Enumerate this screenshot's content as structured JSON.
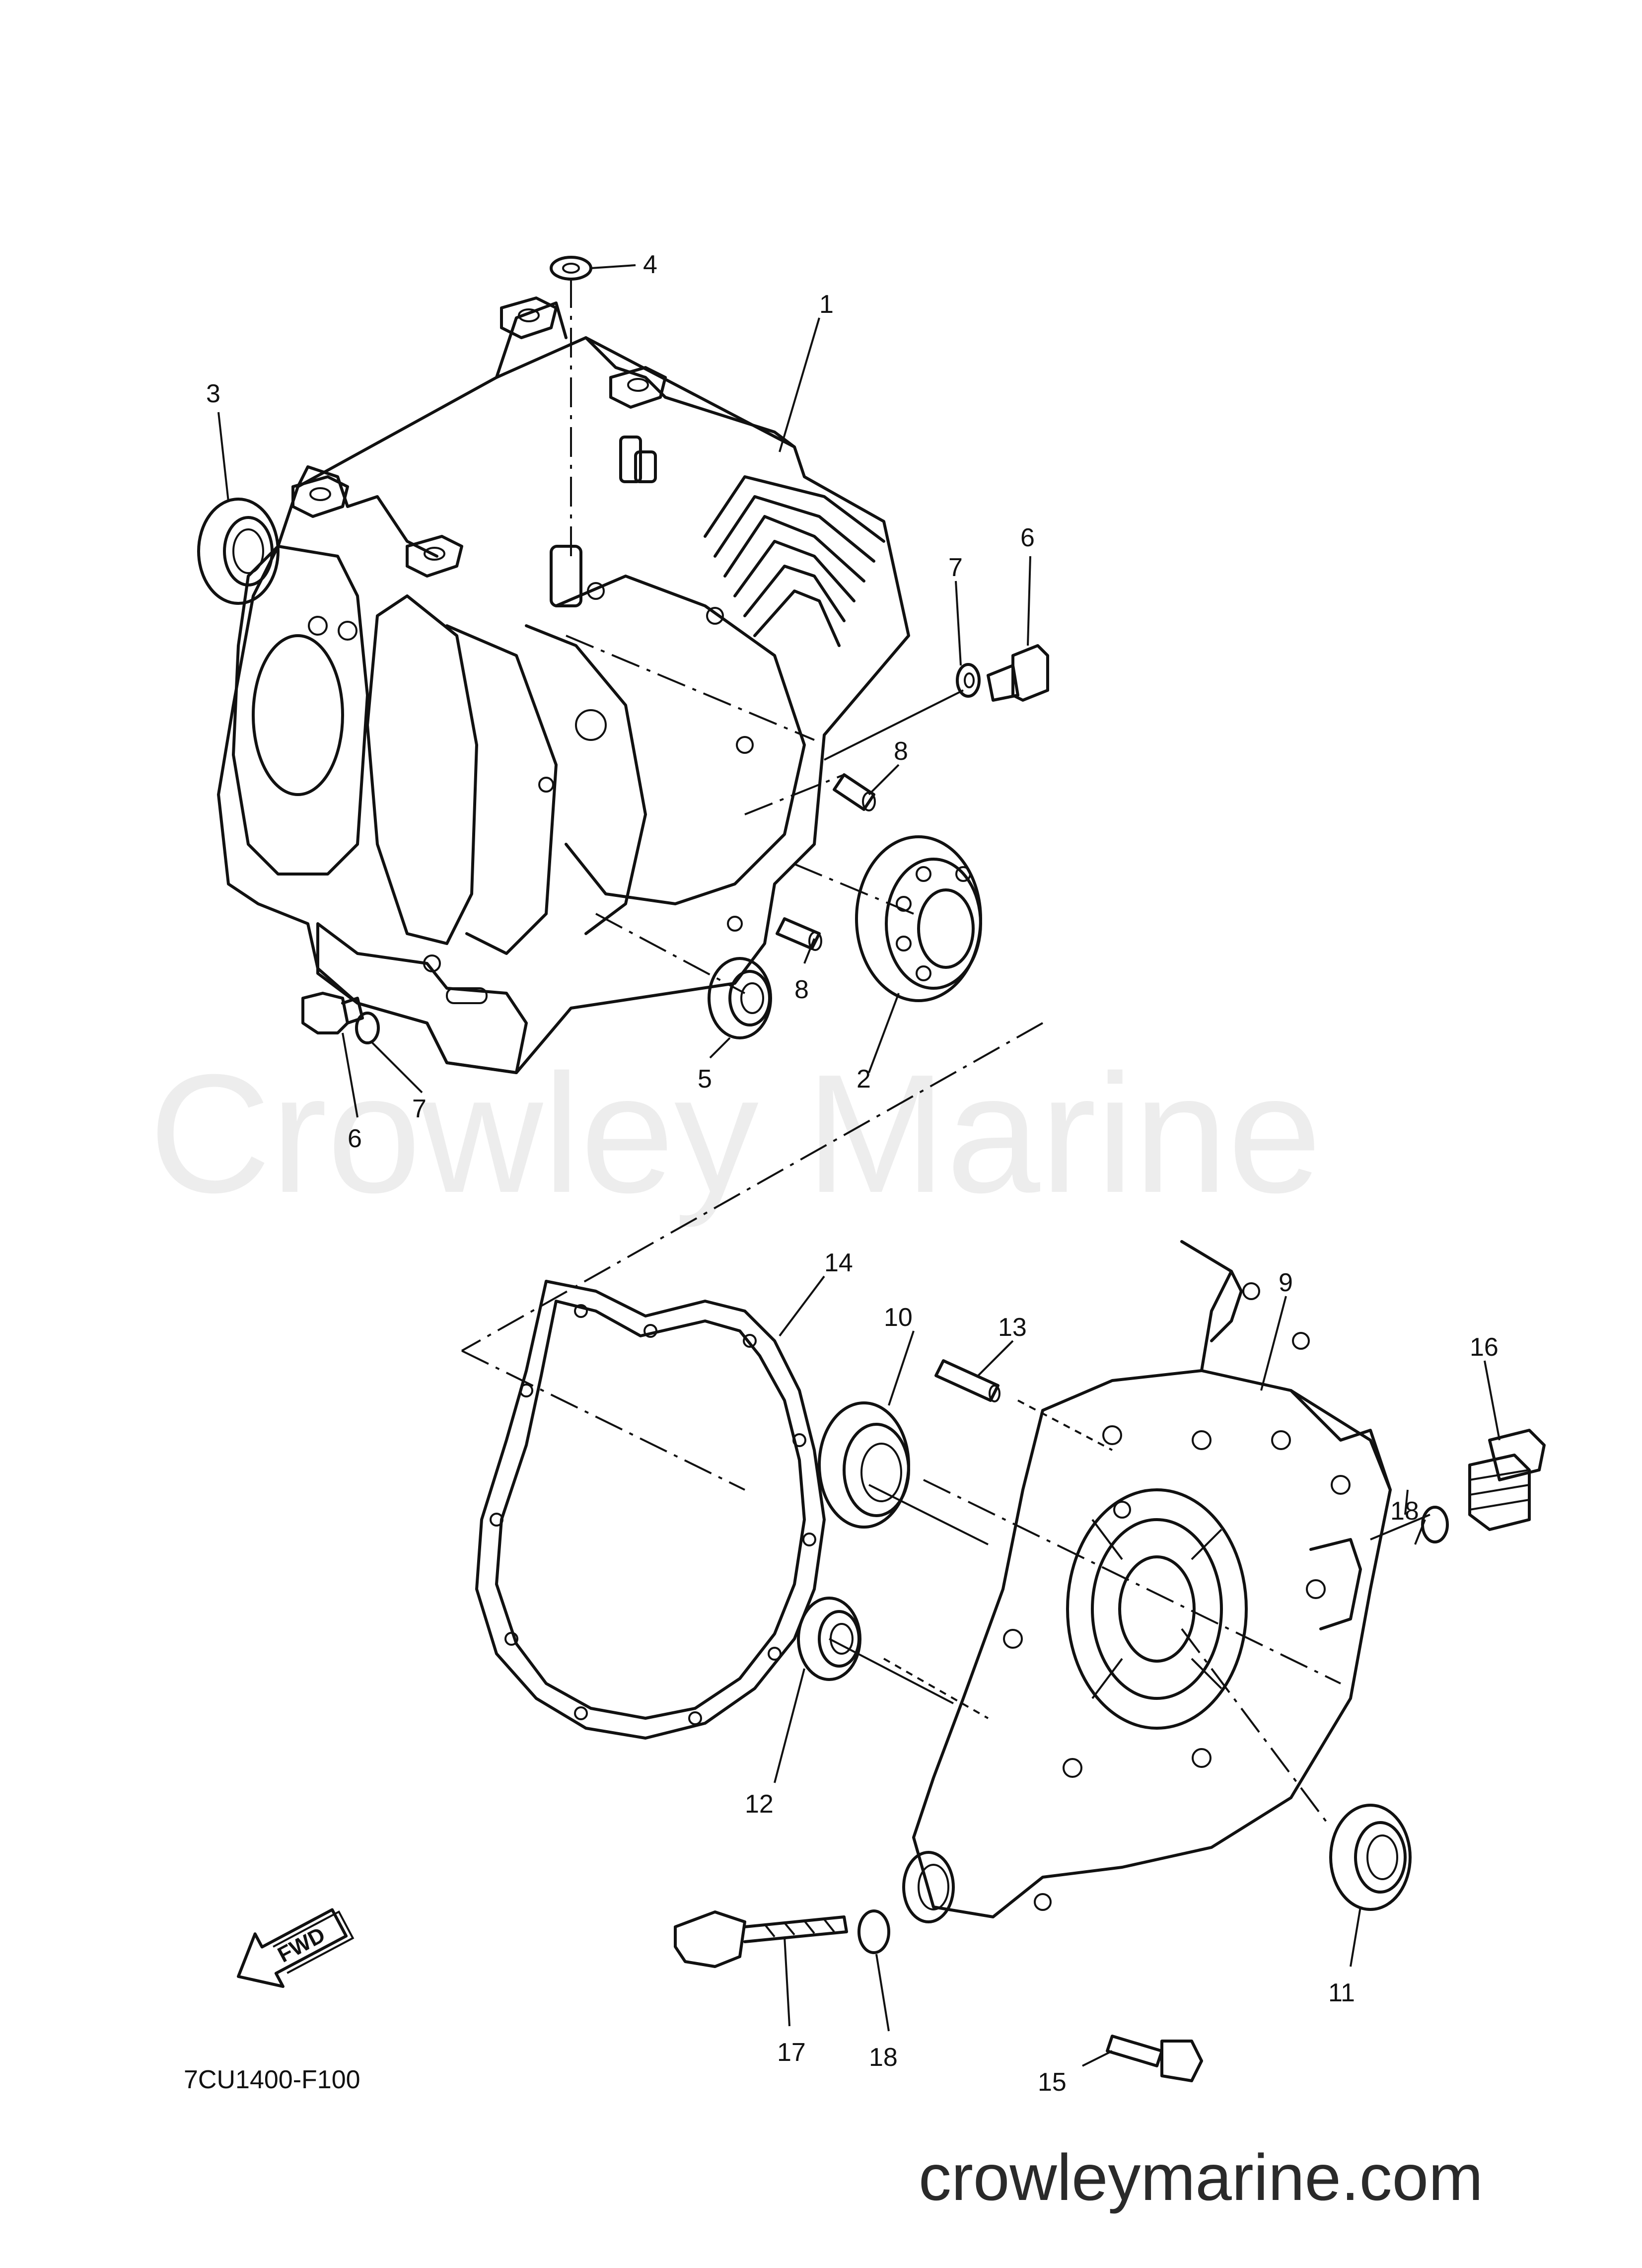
{
  "diagram": {
    "code": "7CU1400-F100",
    "fwd": "FWD"
  },
  "watermark": "Crowley Marine",
  "site": "crowleymarine.com",
  "callouts": [
    "1",
    "2",
    "3",
    "4",
    "5",
    "6",
    "6",
    "7",
    "7",
    "8",
    "8",
    "9",
    "10",
    "11",
    "12",
    "13",
    "14",
    "15",
    "16",
    "17",
    "18",
    "18"
  ],
  "colors": {
    "ink": "#111111",
    "watermark": "#ededed"
  }
}
